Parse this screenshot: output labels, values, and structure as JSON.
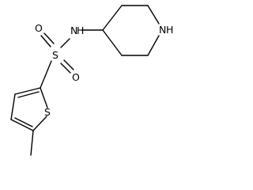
{
  "molecule": {
    "atoms": {
      "nh": "N",
      "nh_h": "H",
      "s_sulfonyl": "S",
      "o_top": "O",
      "o_bottom": "O",
      "s_thiophene": "S",
      "n_piperidine": "N",
      "n_piperidine_h": "H"
    }
  }
}
